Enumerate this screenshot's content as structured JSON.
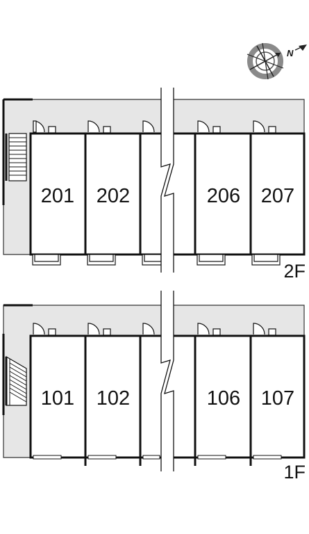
{
  "compass": {
    "label": "N",
    "icon": "compass-rose-icon"
  },
  "floors": [
    {
      "id": "2f",
      "label": "2F",
      "units": [
        "201",
        "202",
        "206",
        "207"
      ]
    },
    {
      "id": "1f",
      "label": "1F",
      "units": [
        "101",
        "102",
        "106",
        "107"
      ]
    }
  ],
  "colors": {
    "corridor": "#e6e6e6",
    "wall": "#111111",
    "compass_ring": "#8a8a8a"
  }
}
